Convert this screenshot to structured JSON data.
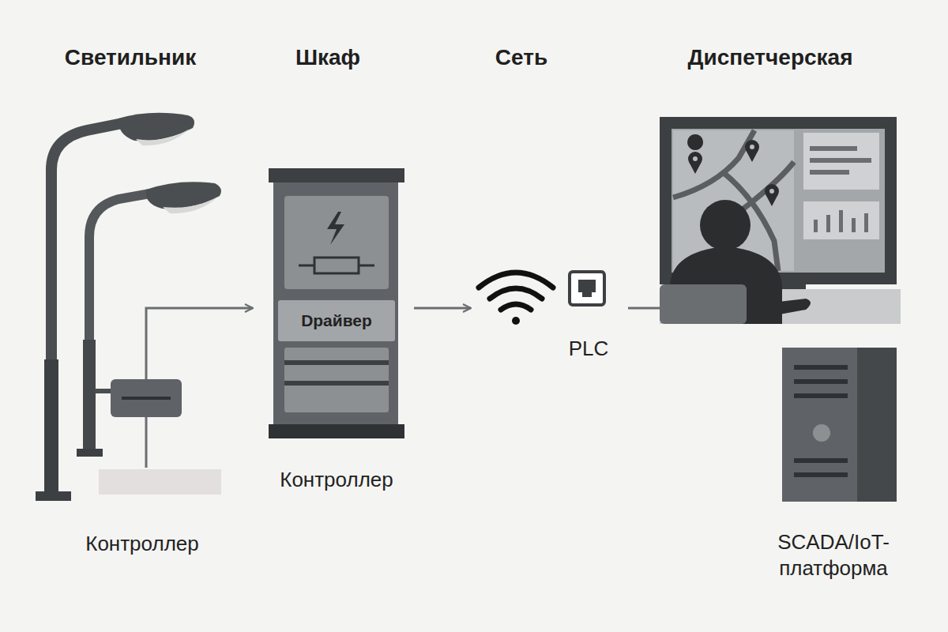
{
  "diagram": {
    "nodes": [
      {
        "text": [
          "Контроллер"
        ]
      },
      {
        "text": [
          "Контроллер"
        ]
      },
      {
        "text": [
          "Dрайвер"
        ],
        "in": 1
      },
      {
        "text": [
          "PLC"
        ]
      },
      {
        "text": [
          "SCADA/IoT-платформа"
        ]
      }
    ],
    "edges": [
      {
        "from": 0,
        "to": 1,
        "arrow": "to"
      },
      {
        "from": 1,
        "to": 3,
        "arrow": "to"
      }
    ],
    "labels": [
      "Светильник",
      "Шкаф",
      "Сеть",
      "Диспетчерская"
    ]
  }
}
